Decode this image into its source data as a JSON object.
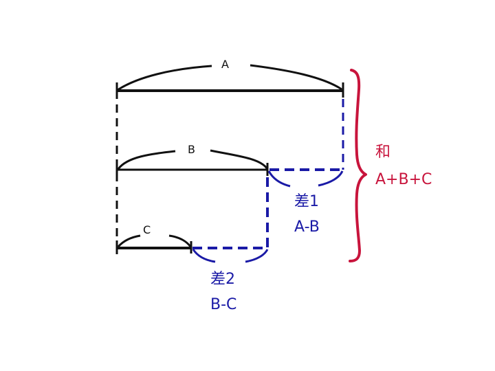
{
  "diagram": {
    "colors": {
      "line": "#111111",
      "diff": "#1a1aa6",
      "sum": "#c8143c",
      "background": "#ffffff"
    },
    "segments": [
      {
        "id": "A",
        "label": "A"
      },
      {
        "id": "B",
        "label": "B"
      },
      {
        "id": "C",
        "label": "C"
      }
    ],
    "differences": [
      {
        "title": "差1",
        "formula": "A-B"
      },
      {
        "title": "差2",
        "formula": "B-C"
      }
    ],
    "sum": {
      "title": "和",
      "formula": "A+B+C"
    }
  }
}
